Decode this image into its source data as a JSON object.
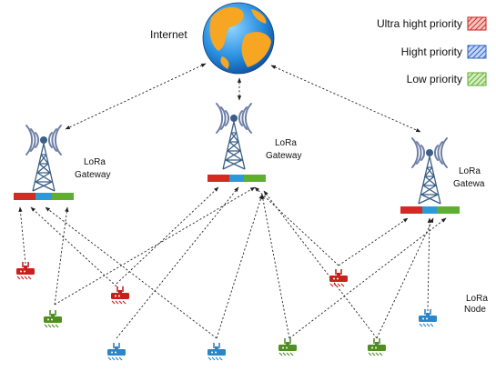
{
  "internet": {
    "label": "Internet"
  },
  "legend": [
    {
      "label": "Ultra hight priority",
      "color": "#d42a24",
      "pattern": "hatch-red"
    },
    {
      "label": "Hight priority",
      "color": "#2a63c8",
      "pattern": "hatch-blue"
    },
    {
      "label": "Low priority",
      "color": "#5fae2f",
      "pattern": "hatch-green"
    }
  ],
  "gateways": [
    {
      "label_line1": "LoRa",
      "label_line2": "Gateway"
    },
    {
      "label_line1": "LoRa",
      "label_line2": "Gateway"
    },
    {
      "label_line1": "LoRa",
      "label_line2": "Gatewa"
    }
  ],
  "nodes_label": {
    "line1": "LoRa",
    "line2": "Node"
  },
  "colors": {
    "red": "#c8201c",
    "blue": "#2a86c8",
    "green": "#4f8f22",
    "tower": "#3b5f86"
  },
  "icons": [
    "globe-icon",
    "tower-icon",
    "node-icon"
  ]
}
